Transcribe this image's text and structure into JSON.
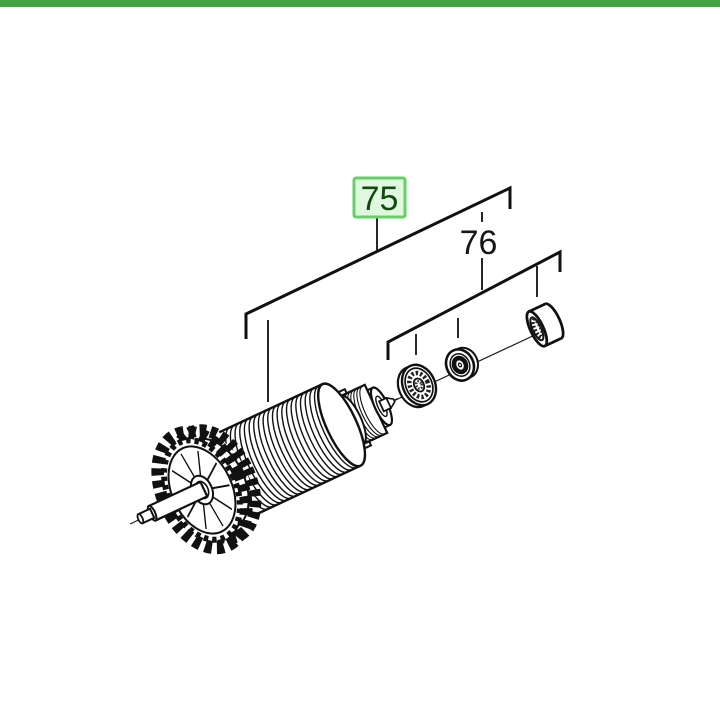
{
  "page": {
    "background_color": "#ffffff",
    "top_accent_bar_color": "#44a244"
  },
  "diagram": {
    "type": "exploded-parts-diagram",
    "subject": "armature-assembly",
    "line_color": "#111111",
    "callouts": [
      {
        "label": "75",
        "selected": true,
        "box_fill": "#e0f8e0",
        "box_border": "#66cf66",
        "text_color": "#114911"
      },
      {
        "label": "76",
        "selected": false,
        "text_color": "#161616"
      }
    ]
  }
}
